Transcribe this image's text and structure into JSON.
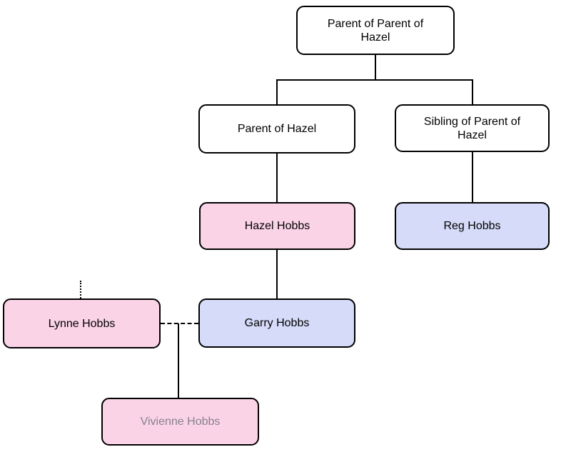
{
  "diagram": {
    "type": "family-tree",
    "colors": {
      "female_fill": "#fbd3e7",
      "male_fill": "#d5dbf8",
      "unknown_fill": "#ffffff",
      "line": "#000000",
      "text": "#000000",
      "dim_text": "#85828e"
    },
    "nodes": [
      {
        "id": "grandparent",
        "label": "Parent of Parent of\nHazel",
        "fill": "unknown_fill"
      },
      {
        "id": "parent",
        "label": "Parent of Hazel",
        "fill": "unknown_fill"
      },
      {
        "id": "sibling-of-parent",
        "label": "Sibling of Parent of\nHazel",
        "fill": "unknown_fill"
      },
      {
        "id": "hazel",
        "label": "Hazel Hobbs",
        "fill": "female_fill"
      },
      {
        "id": "reg",
        "label": "Reg Hobbs",
        "fill": "male_fill"
      },
      {
        "id": "lynne",
        "label": "Lynne Hobbs",
        "fill": "female_fill"
      },
      {
        "id": "garry",
        "label": "Garry Hobbs",
        "fill": "male_fill"
      },
      {
        "id": "vivienne",
        "label": "Vivienne Hobbs",
        "fill": "female_fill",
        "text_color": "dim_text"
      }
    ],
    "edges": [
      {
        "from": "grandparent",
        "to": "parent",
        "style": "solid",
        "relation": "parent-child"
      },
      {
        "from": "grandparent",
        "to": "sibling-of-parent",
        "style": "solid",
        "relation": "parent-child"
      },
      {
        "from": "parent",
        "to": "hazel",
        "style": "solid",
        "relation": "parent-child"
      },
      {
        "from": "sibling-of-parent",
        "to": "reg",
        "style": "solid",
        "relation": "parent-child"
      },
      {
        "from": "hazel",
        "to": "garry",
        "style": "solid",
        "relation": "parent-child"
      },
      {
        "from": "lynne",
        "to": "unknown-ancestor",
        "style": "dotted",
        "relation": "ancestry-stub"
      },
      {
        "from": "lynne",
        "to": "garry",
        "style": "dashed",
        "relation": "partnership"
      },
      {
        "from": "lynne-garry-partnership",
        "to": "vivienne",
        "style": "solid",
        "relation": "parent-child"
      }
    ]
  }
}
